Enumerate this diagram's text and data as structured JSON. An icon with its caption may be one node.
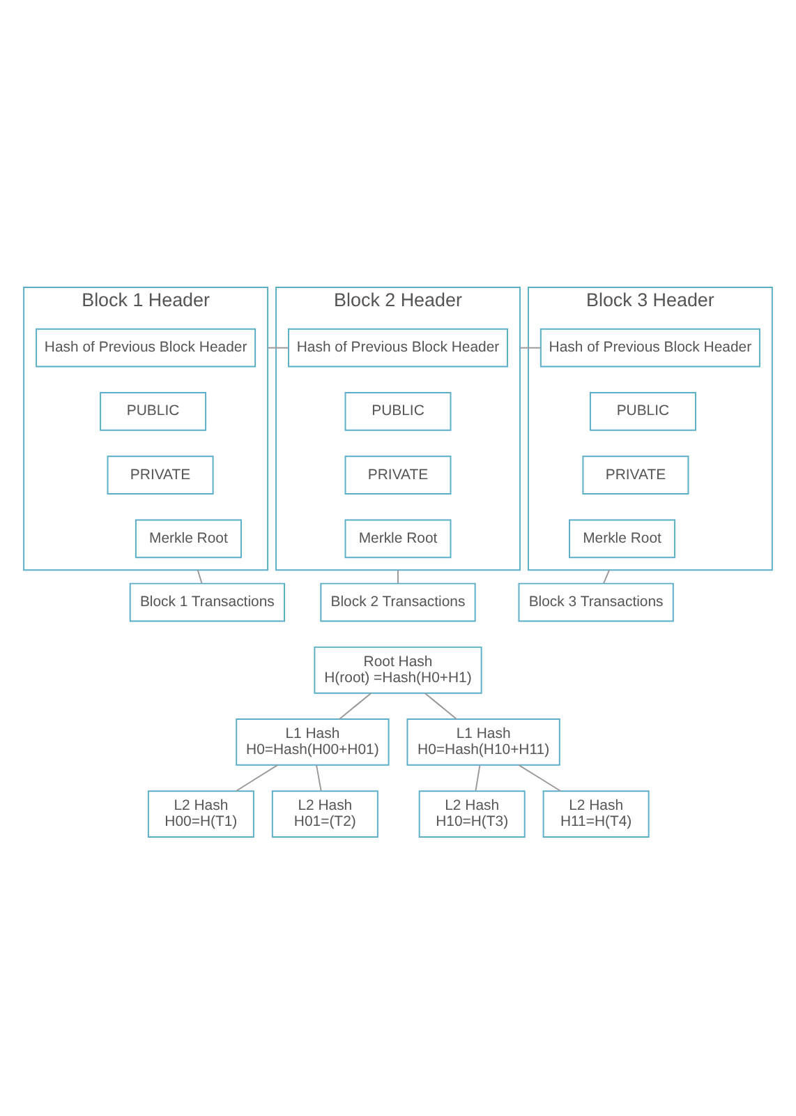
{
  "diagram": {
    "nodes": [
      {
        "text": [
          "Block 1 Header"
        ]
      },
      {
        "text": [
          "Hash of Previous Block Header"
        ],
        "in": 0
      },
      {
        "text": [
          "PUBLIC"
        ],
        "in": 0
      },
      {
        "text": [
          "PRIVATE"
        ],
        "in": 0
      },
      {
        "text": [
          "Merkle Root"
        ],
        "in": 0
      },
      {
        "text": [
          "Block 1 Transactions"
        ]
      },
      {
        "text": [
          "Block 2 Header"
        ]
      },
      {
        "text": [
          "Hash of Previous Block Header"
        ],
        "in": 6
      },
      {
        "text": [
          "PUBLIC"
        ],
        "in": 6
      },
      {
        "text": [
          "PRIVATE"
        ],
        "in": 6
      },
      {
        "text": [
          "Merkle Root"
        ],
        "in": 6
      },
      {
        "text": [
          "Block 2 Transactions"
        ]
      },
      {
        "text": [
          "Block 3 Header"
        ]
      },
      {
        "text": [
          "Hash of Previous Block Header"
        ],
        "in": 12
      },
      {
        "text": [
          "PUBLIC"
        ],
        "in": 12
      },
      {
        "text": [
          "PRIVATE"
        ],
        "in": 12
      },
      {
        "text": [
          "Merkle Root"
        ],
        "in": 12
      },
      {
        "text": [
          "Block 3 Transactions"
        ]
      },
      {
        "text": [
          "Root Hash",
          "H(root) =Hash(H0+H1)"
        ]
      },
      {
        "text": [
          "L1 Hash",
          "H0=Hash(H00+H01)"
        ]
      },
      {
        "text": [
          "L1 Hash",
          "H0=Hash(H10+H11)"
        ]
      },
      {
        "text": [
          "L2 Hash",
          "H00=H(T1)"
        ]
      },
      {
        "text": [
          "L2 Hash",
          "H01=(T2)"
        ]
      },
      {
        "text": [
          "L2 Hash",
          "H10=H(T3)"
        ]
      },
      {
        "text": [
          "L2 Hash",
          "H11=H(T4)"
        ]
      }
    ],
    "edges": [
      {
        "from": 0,
        "to": 7,
        "arrow": "none"
      },
      {
        "from": 6,
        "to": 13,
        "arrow": "none"
      },
      {
        "from": 0,
        "to": 5,
        "arrow": "none"
      },
      {
        "from": 6,
        "to": 11,
        "arrow": "none"
      },
      {
        "from": 12,
        "to": 17,
        "arrow": "none"
      },
      {
        "from": 18,
        "to": 19,
        "arrow": "none"
      },
      {
        "from": 18,
        "to": 20,
        "arrow": "none"
      },
      {
        "from": 19,
        "to": 21,
        "arrow": "none"
      },
      {
        "from": 19,
        "to": 22,
        "arrow": "none"
      },
      {
        "from": 20,
        "to": 23,
        "arrow": "none"
      },
      {
        "from": 20,
        "to": 24,
        "arrow": "none"
      }
    ]
  }
}
